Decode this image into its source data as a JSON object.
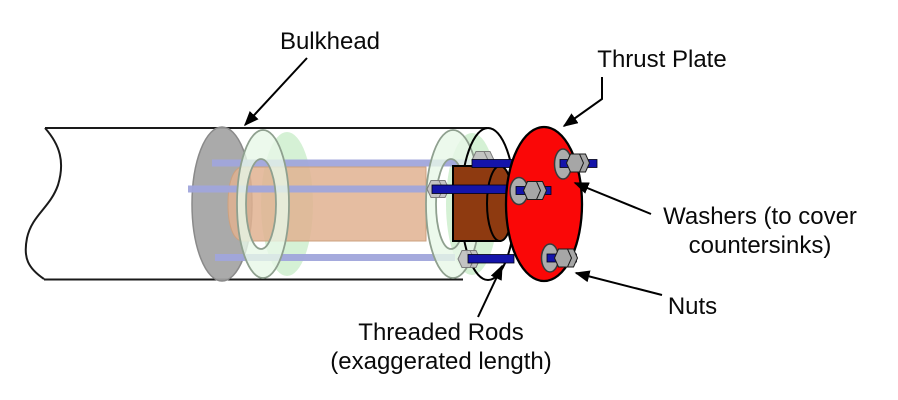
{
  "figure": {
    "labels": {
      "bulkhead": "Bulkhead",
      "thrust_plate": "Thrust Plate",
      "washers": "Washers (to cover\ncountersinks)",
      "nuts": "Nuts",
      "threaded_rods": "Threaded Rods\n(exaggerated length)"
    },
    "colors": {
      "thrust_plate": "#fa0707",
      "bulkhead": "#a3a3a3",
      "ring_face": "#e7f8e7",
      "ring_back": "#d5f1d5",
      "motor_tube": "#e0b190",
      "motor_tube_aft": "#8e3a10",
      "rod_inner": "#a0a5db",
      "rod_outer": "#1414aa",
      "washer": "#acacac",
      "nut": "#a6a6a6",
      "nut_aft": "#c2c2c2",
      "outline": "#000000",
      "tube_line": "#1a1a1a"
    }
  }
}
